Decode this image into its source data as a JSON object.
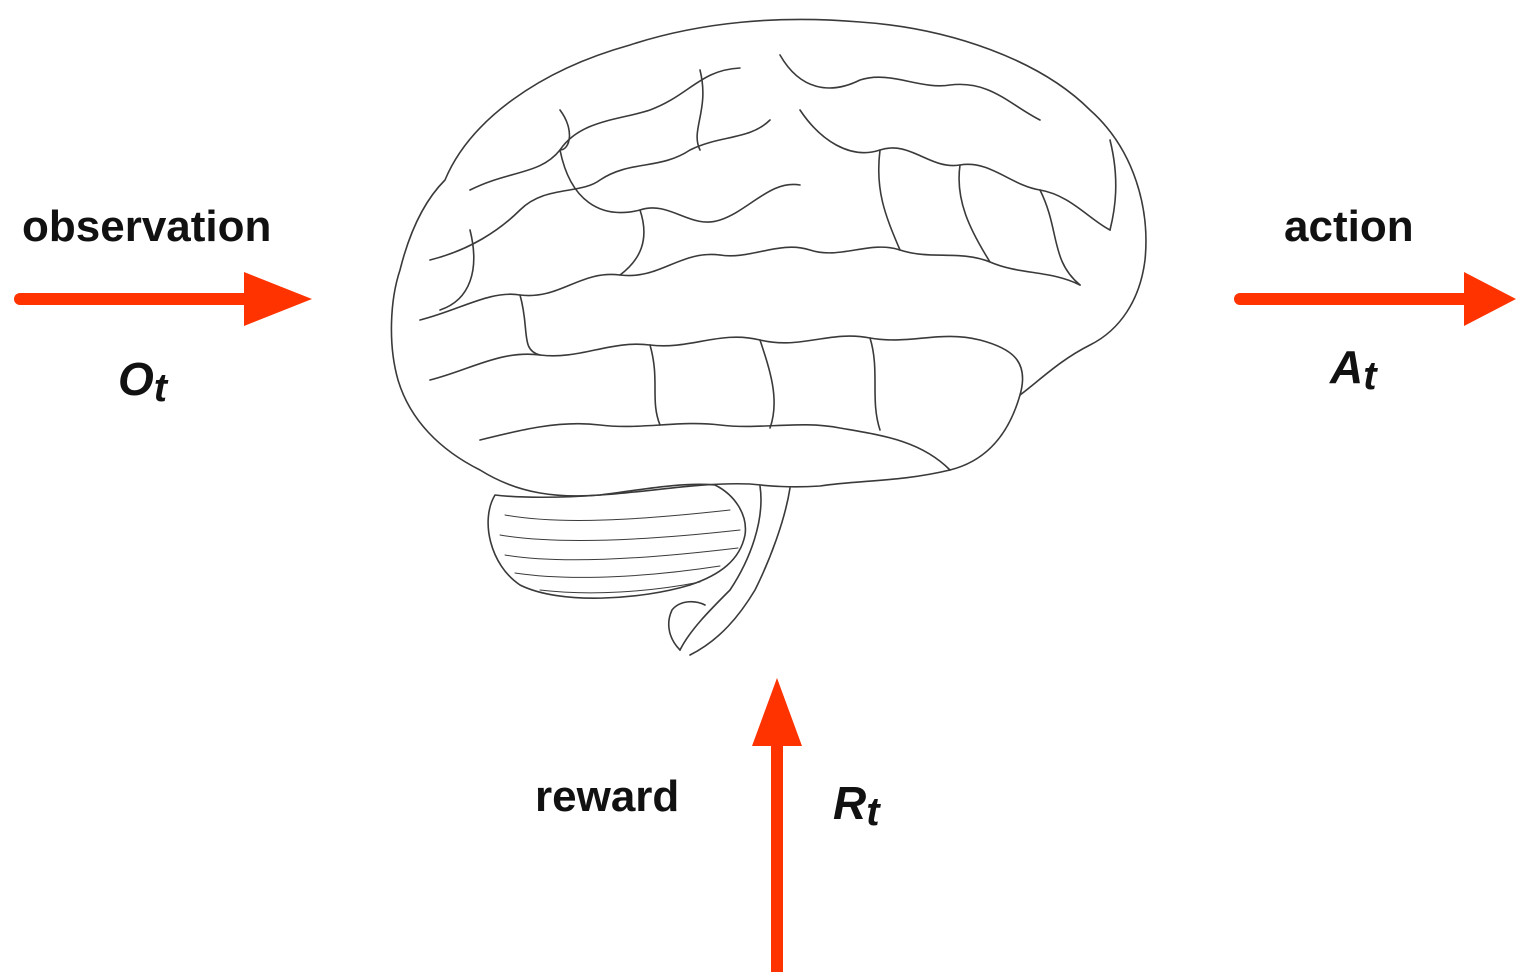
{
  "colors": {
    "arrow": "#ff3300",
    "brain_line": "#3a3a3a",
    "text": "#111111"
  },
  "icons": {
    "brain": "brain-drawing-icon"
  },
  "observation": {
    "label": "observation",
    "symbol": "O",
    "subscript": "t"
  },
  "action": {
    "label": "action",
    "symbol": "A",
    "subscript": "t"
  },
  "reward": {
    "label": "reward",
    "symbol": "R",
    "subscript": "t"
  }
}
